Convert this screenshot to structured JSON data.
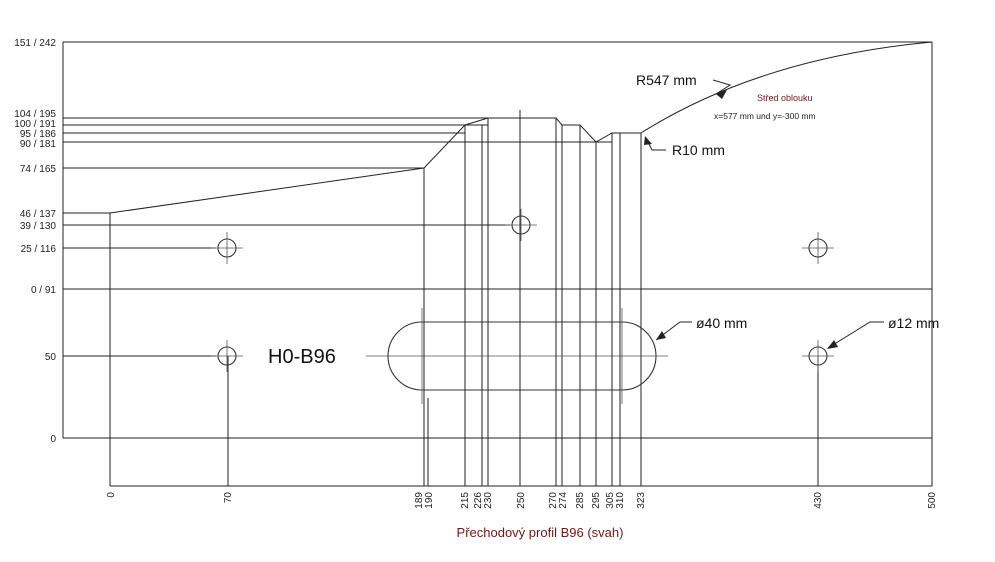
{
  "y_labels": [
    "151 / 242",
    "104 / 195",
    "100 / 191",
    "95 / 186",
    "90 / 181",
    "74 / 165",
    "46 / 137",
    "39 / 130",
    "25 / 116",
    "0 / 91",
    "50",
    "0"
  ],
  "x_labels": [
    "0",
    "70",
    "189",
    "190",
    "215",
    "226",
    "230",
    "250",
    "270",
    "274",
    "285",
    "295",
    "305",
    "310",
    "323",
    "430",
    "500"
  ],
  "annotations": {
    "radius_large": "R547 mm",
    "radius_small": "R10 mm",
    "slot_diameter": "ø40 mm",
    "hole_diameter": "ø12 mm",
    "part_name": "H0-B96",
    "arc_center_title": "Střed oblouku",
    "arc_center_coords": "x=577 mm und y=-300 mm"
  },
  "caption": "Přechodový profil B96 (svah)"
}
